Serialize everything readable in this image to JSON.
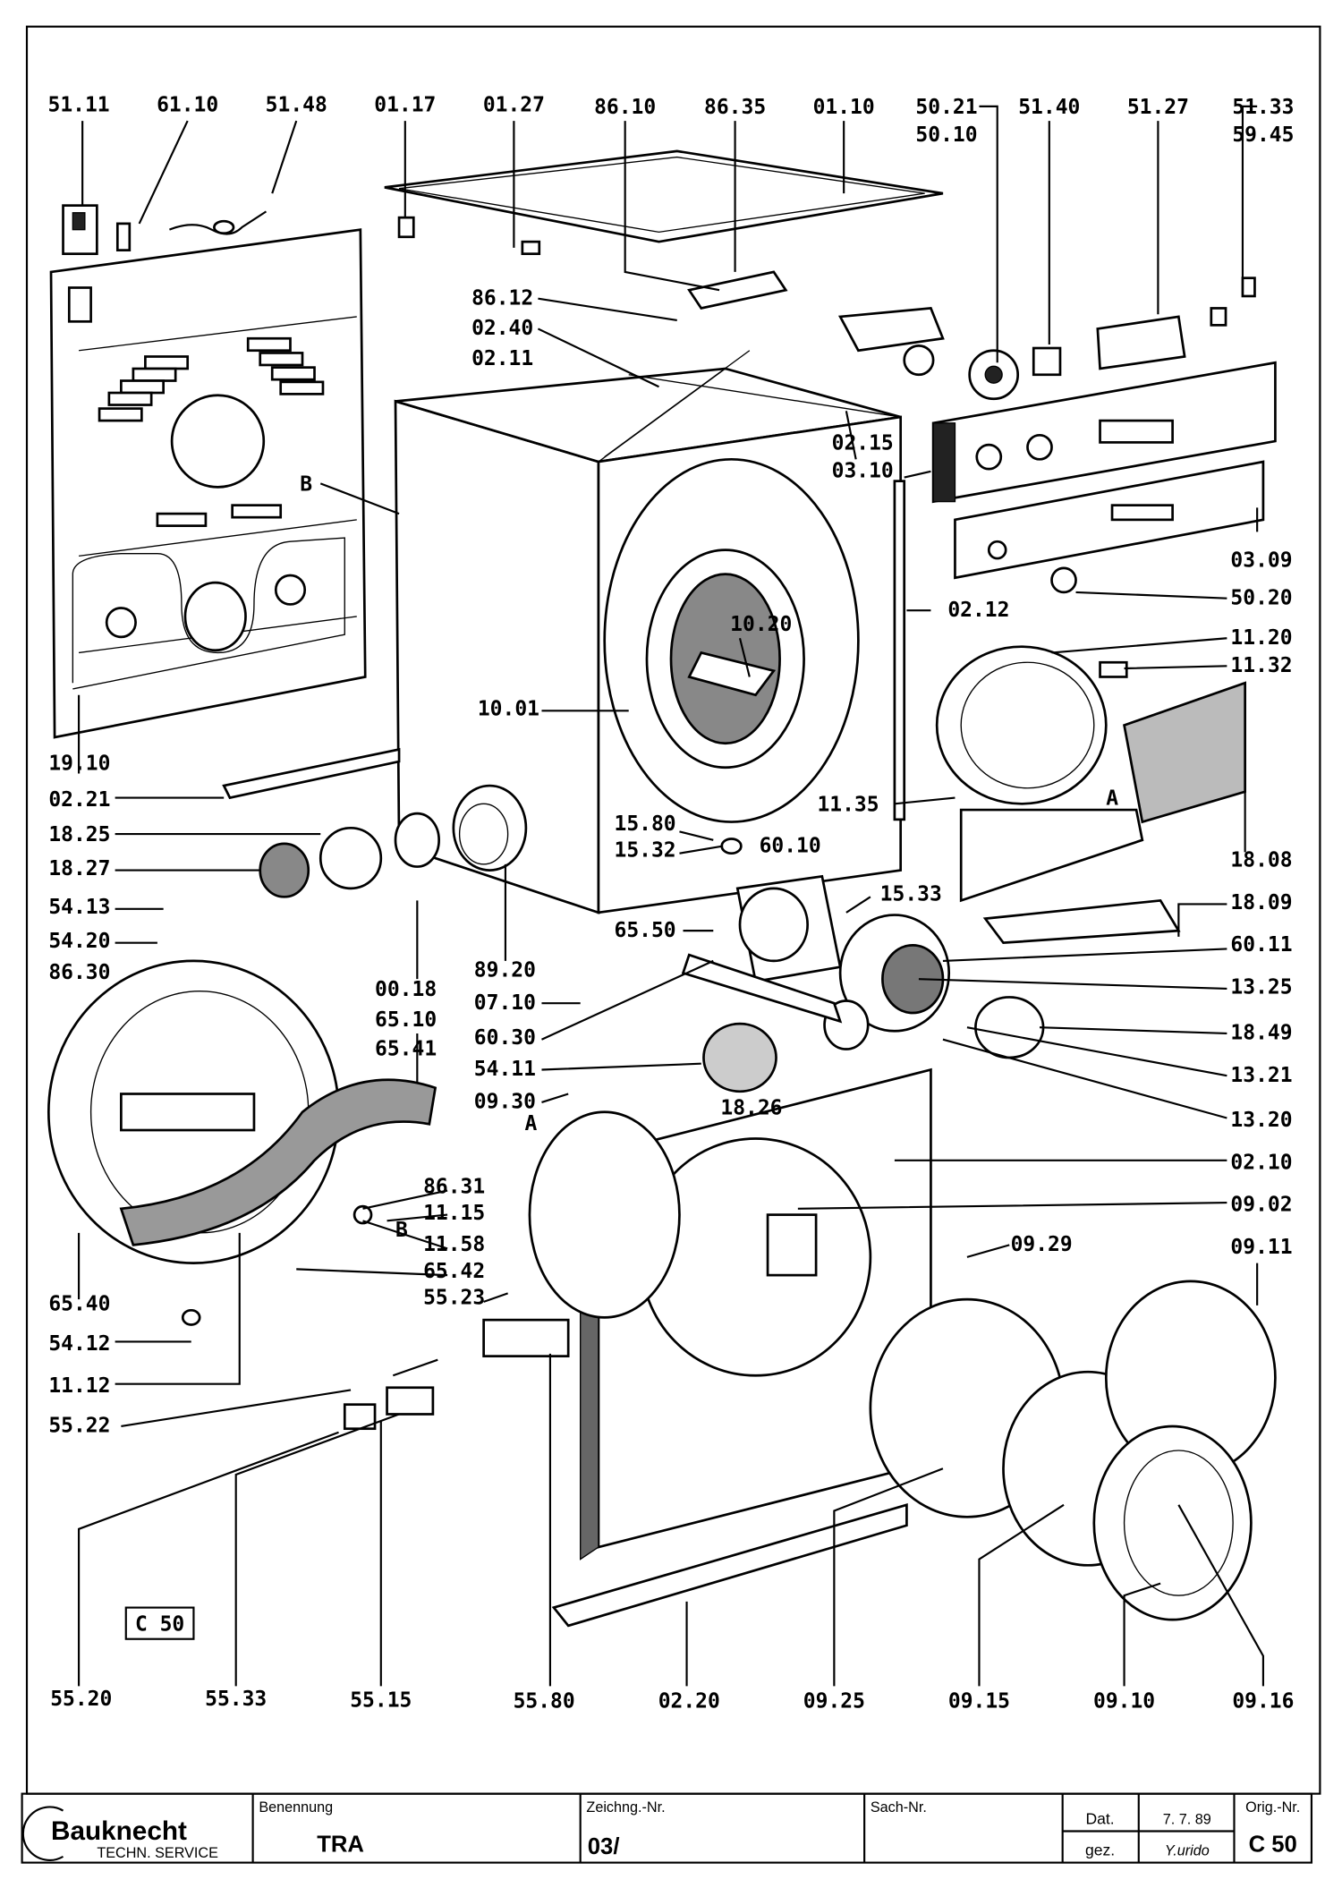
{
  "drawing": {
    "top_labels": [
      "51.11",
      "61.10",
      "51.48",
      "01.17",
      "01.27",
      "86.10",
      "86.35",
      "01.10",
      "50.21",
      "50.10",
      "51.40",
      "51.27",
      "51.33",
      "59.45"
    ],
    "left_labels": [
      "19.10",
      "02.21",
      "18.25",
      "18.27",
      "54.13",
      "54.20",
      "86.30",
      "65.40",
      "54.12",
      "11.12",
      "55.22"
    ],
    "middle_labels": [
      "86.12",
      "02.40",
      "02.11",
      "B",
      "10.01",
      "10.20",
      "15.80",
      "15.32",
      "60.10",
      "15.33",
      "65.50",
      "89.20",
      "00.18",
      "65.10",
      "65.41",
      "07.10",
      "60.30",
      "54.11",
      "09.30",
      "18.26",
      "86.31",
      "11.15",
      "B",
      "11.58",
      "65.42",
      "55.23",
      "A",
      "A"
    ],
    "right_labels": [
      "02.15",
      "03.10",
      "03.09",
      "50.20",
      "02.12",
      "11.20",
      "11.32",
      "11.35",
      "18.08",
      "18.09",
      "60.11",
      "13.25",
      "18.49",
      "13.21",
      "13.20",
      "02.10",
      "09.02",
      "09.29",
      "09.11"
    ],
    "bottom_labels": [
      "55.20",
      "55.33",
      "55.15",
      "55.80",
      "02.20",
      "09.25",
      "09.15",
      "09.10",
      "09.16"
    ],
    "page_tag": "C 50"
  },
  "title_block": {
    "brand": "Bauknecht",
    "brand_sub": "TECHN. SERVICE",
    "benennung_label": "Benennung",
    "benennung_value": "TRA",
    "zeichng_label": "Zeichng.-Nr.",
    "zeichng_value": "03/",
    "sach_label": "Sach-Nr.",
    "dat_label": "Dat.",
    "dat_value": "7. 7. 89",
    "gez_label": "gez.",
    "gez_value": "Y.urido",
    "orig_label": "Orig.-Nr.",
    "orig_value": "C 50"
  }
}
